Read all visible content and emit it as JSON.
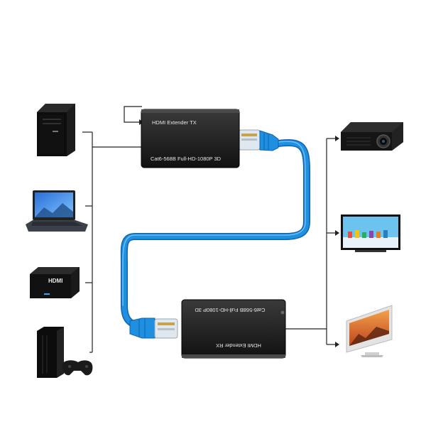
{
  "tx_unit": {
    "line1": "HDMI Extender TX",
    "line2": "Cat6-568B Full-HD-1080P 3D"
  },
  "rx_unit": {
    "line1": "HDMI Extender RX",
    "line2": "Cat6-568B Full-HD-1080P 3D"
  },
  "sources": [
    "desktop-pc-icon",
    "laptop-icon",
    "set-top-box-icon",
    "game-console-icon"
  ],
  "sinks": [
    "projector-icon",
    "tv-icon",
    "monitor-icon"
  ],
  "set_top_box_brand": "HDMI",
  "colors": {
    "cable": "#1f8fe0",
    "cable_dark": "#0f63b0",
    "box": "#1c1c1c",
    "line": "#222222"
  }
}
